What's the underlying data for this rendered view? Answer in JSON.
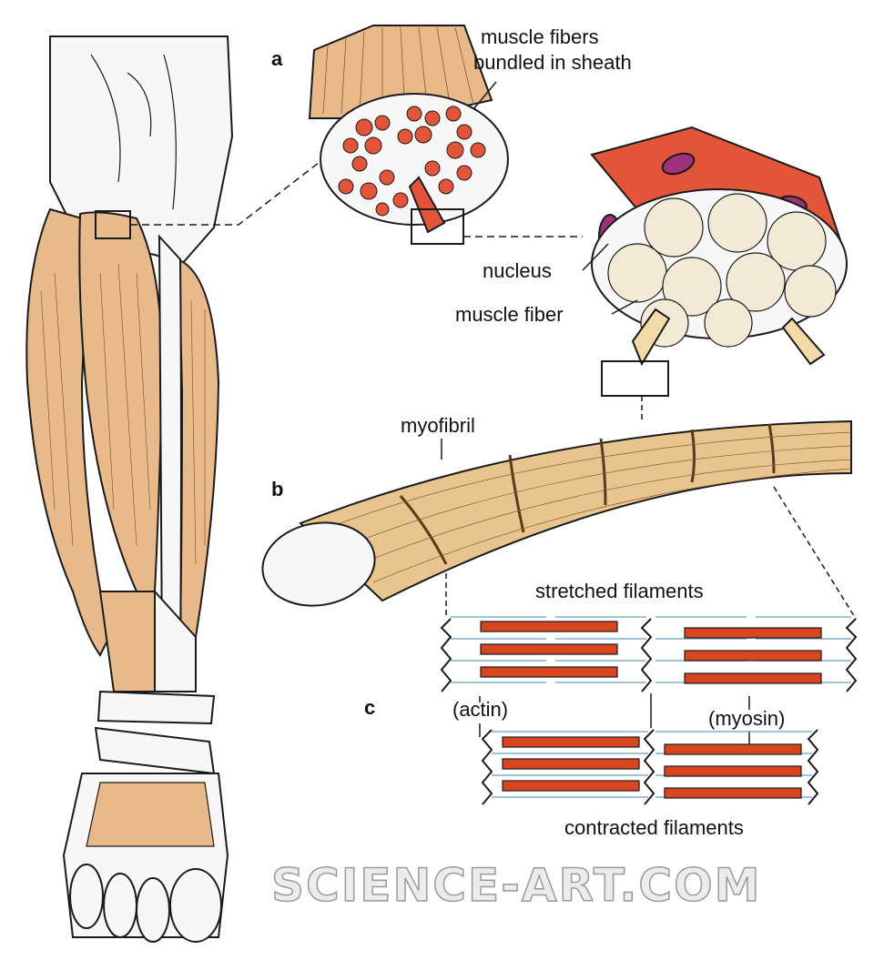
{
  "labels": {
    "panel_a": "a",
    "panel_b": "b",
    "panel_c": "c",
    "muscle_fibers_line1": "muscle fibers",
    "muscle_fibers_line2": "bundled in sheath",
    "nucleus": "nucleus",
    "muscle_fiber": "muscle fiber",
    "myofibril": "myofibril",
    "stretched_filaments": "stretched filaments",
    "actin": "(actin)",
    "myosin": "(myosin)",
    "contracted_filaments": "contracted filaments"
  },
  "watermark": "SCIENCE-ART.COM",
  "colors": {
    "muscle_tan": "#e8b98a",
    "muscle_red": "#e2553a",
    "myosin_bar": "#d9451f",
    "nucleus_purple": "#a0307a",
    "outline": "#1a1a1a"
  }
}
